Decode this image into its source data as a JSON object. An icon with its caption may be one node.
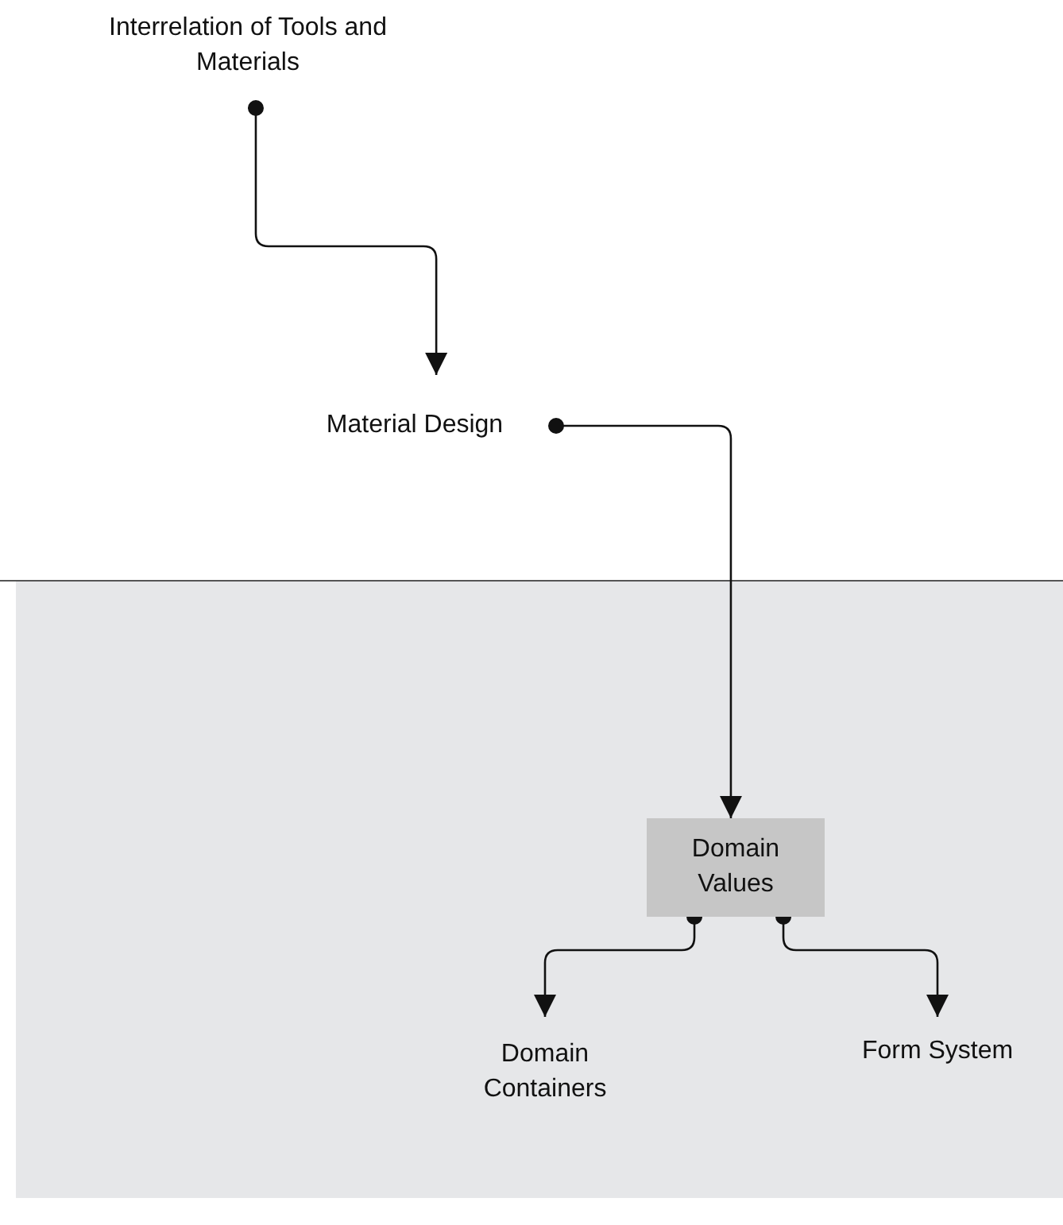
{
  "diagram": {
    "nodes": [
      {
        "text": [
          "Interrelation of Tools and Materials"
        ]
      },
      {
        "text": [
          "Material Design"
        ]
      },
      {
        "text": [
          "Domain Values"
        ]
      },
      {
        "text": [
          "Domain Containers"
        ]
      },
      {
        "text": [
          "Form System"
        ]
      }
    ],
    "edges": [
      {
        "from": 0,
        "to": 1,
        "arrow": "to"
      },
      {
        "from": 1,
        "to": 2,
        "arrow": "to"
      },
      {
        "from": 2,
        "to": 3,
        "arrow": "to"
      },
      {
        "from": 2,
        "to": 4,
        "arrow": "to"
      }
    ]
  }
}
